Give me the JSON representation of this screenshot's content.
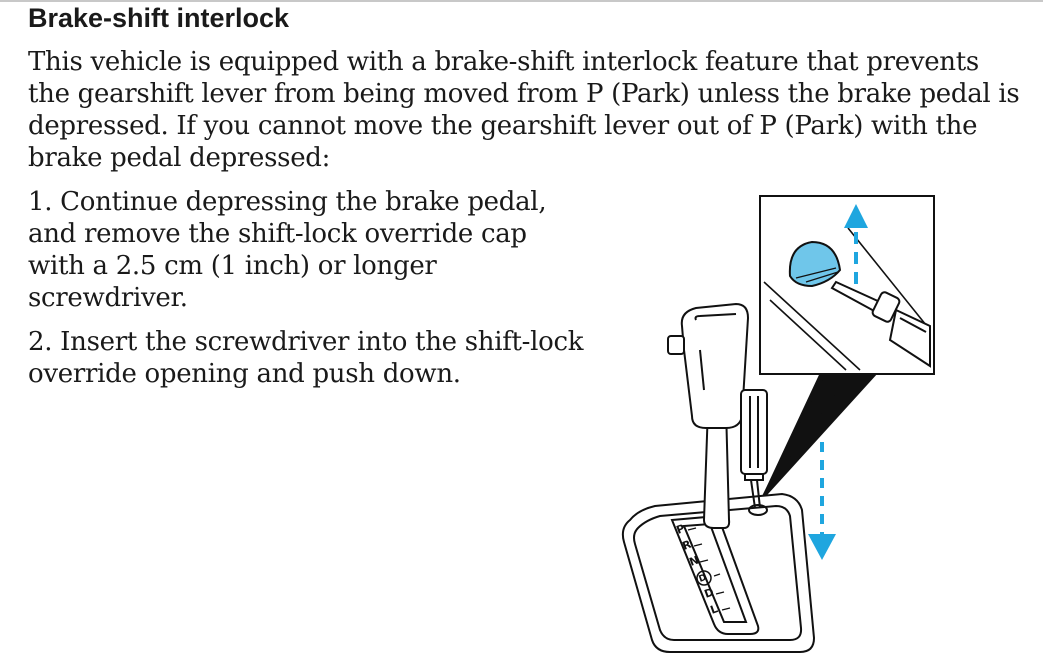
{
  "heading": "Brake-shift interlock",
  "intro": "This vehicle is equipped with a brake-shift interlock feature that prevents the gearshift lever from being moved from P (Park) unless the brake pedal is depressed. If you cannot move the gearshift lever out of P (Park) with the brake pedal depressed:",
  "steps": [
    "1. Continue depressing the brake pedal, and remove the shift-lock override cap with a 2.5 cm (1 inch) or longer screwdriver.",
    "2. Insert the screwdriver into the shift-lock override opening and push down."
  ],
  "gear_labels": [
    "P",
    "R",
    "N",
    "D",
    "D",
    "L"
  ],
  "colors": {
    "text": "#1a1a1a",
    "accent_arrow": "#1fa6df",
    "cap_fill": "#6fc6ea",
    "line": "#111111"
  }
}
